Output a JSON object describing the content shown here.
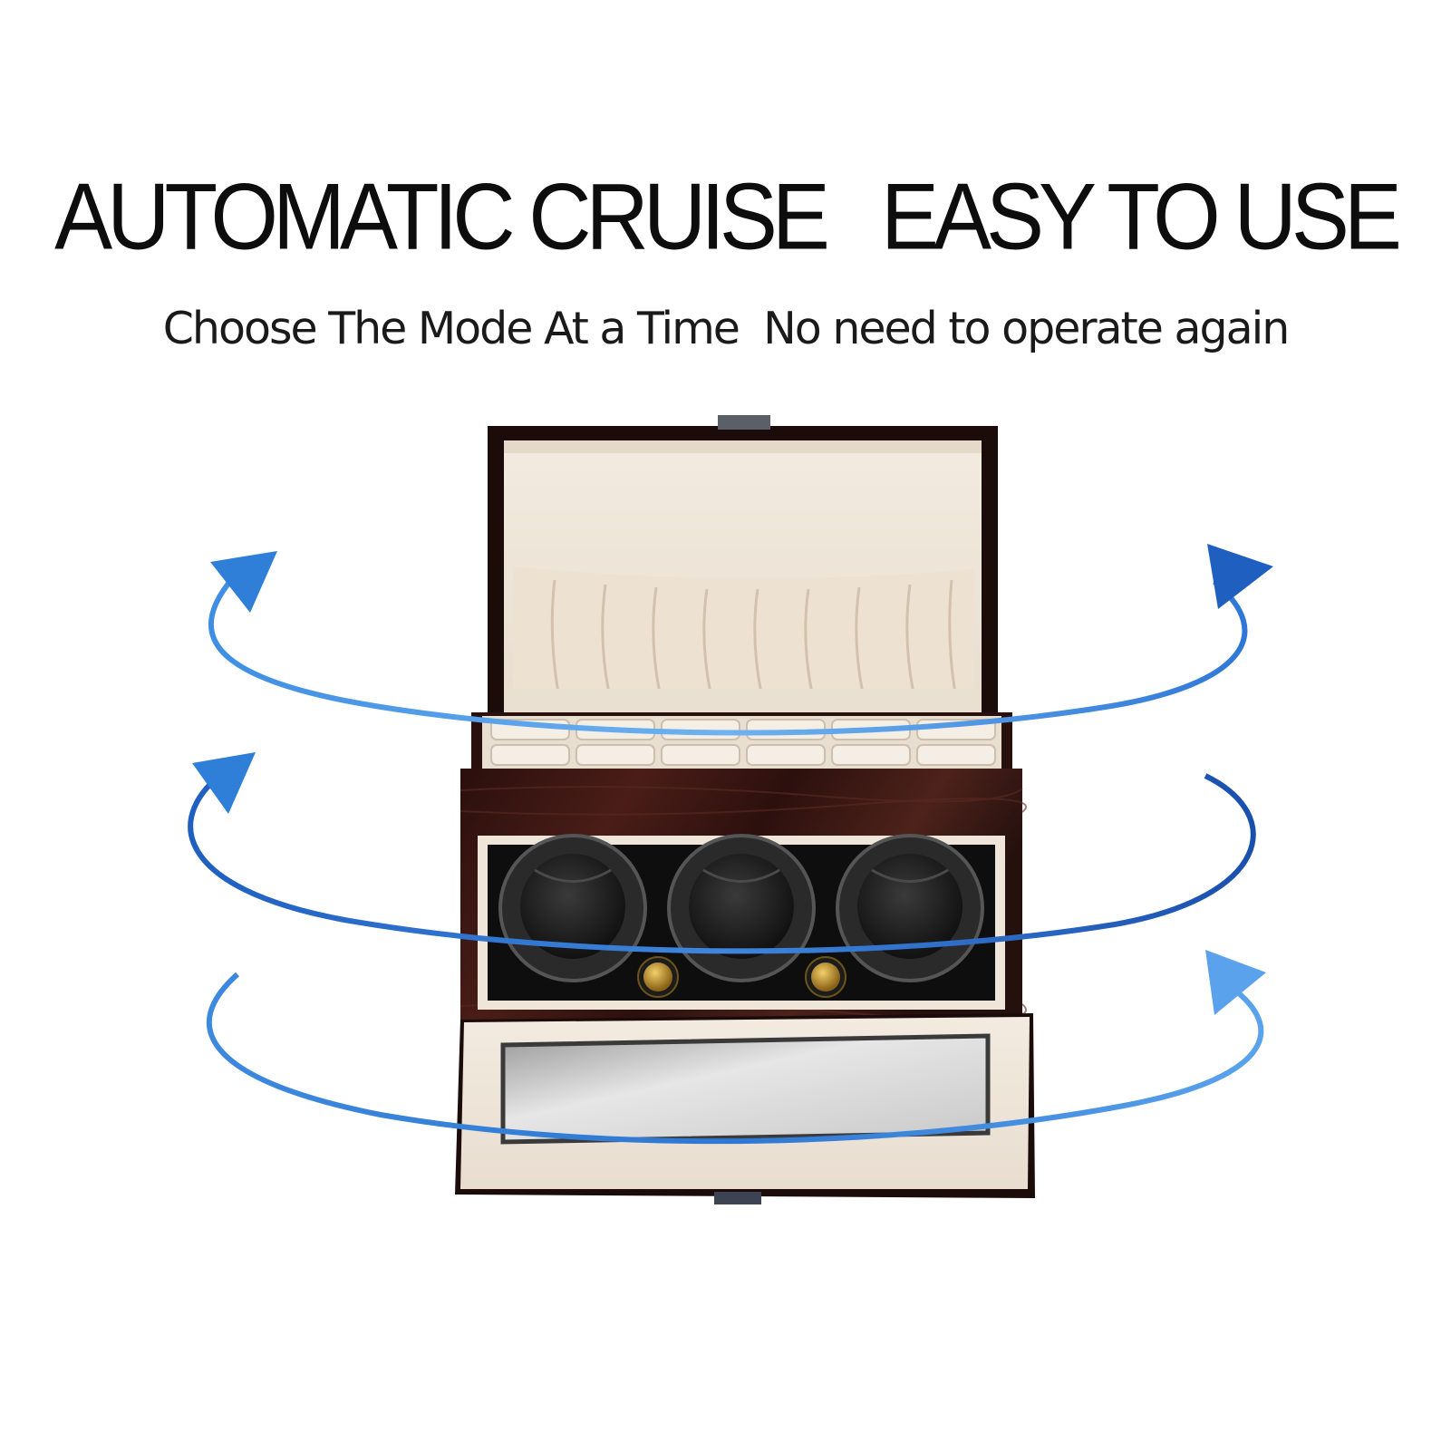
{
  "headline": "AUTOMATIC CRUISE   EASY TO USE",
  "subheadline": "Choose The Mode At a Time  No need to operate again",
  "product": {
    "name": "watch-winder-box",
    "winder_count": 3,
    "storage_slot_count": 12,
    "colors": {
      "wood": "#3b1512",
      "cream_lining": "#efe6da",
      "cushion": "#1e1e1e",
      "gold_knob": "#c99a2e"
    }
  },
  "rotation_arrows": {
    "count": 3,
    "color": "#2f7fd9",
    "icon": "rotation-arrow-icon"
  }
}
